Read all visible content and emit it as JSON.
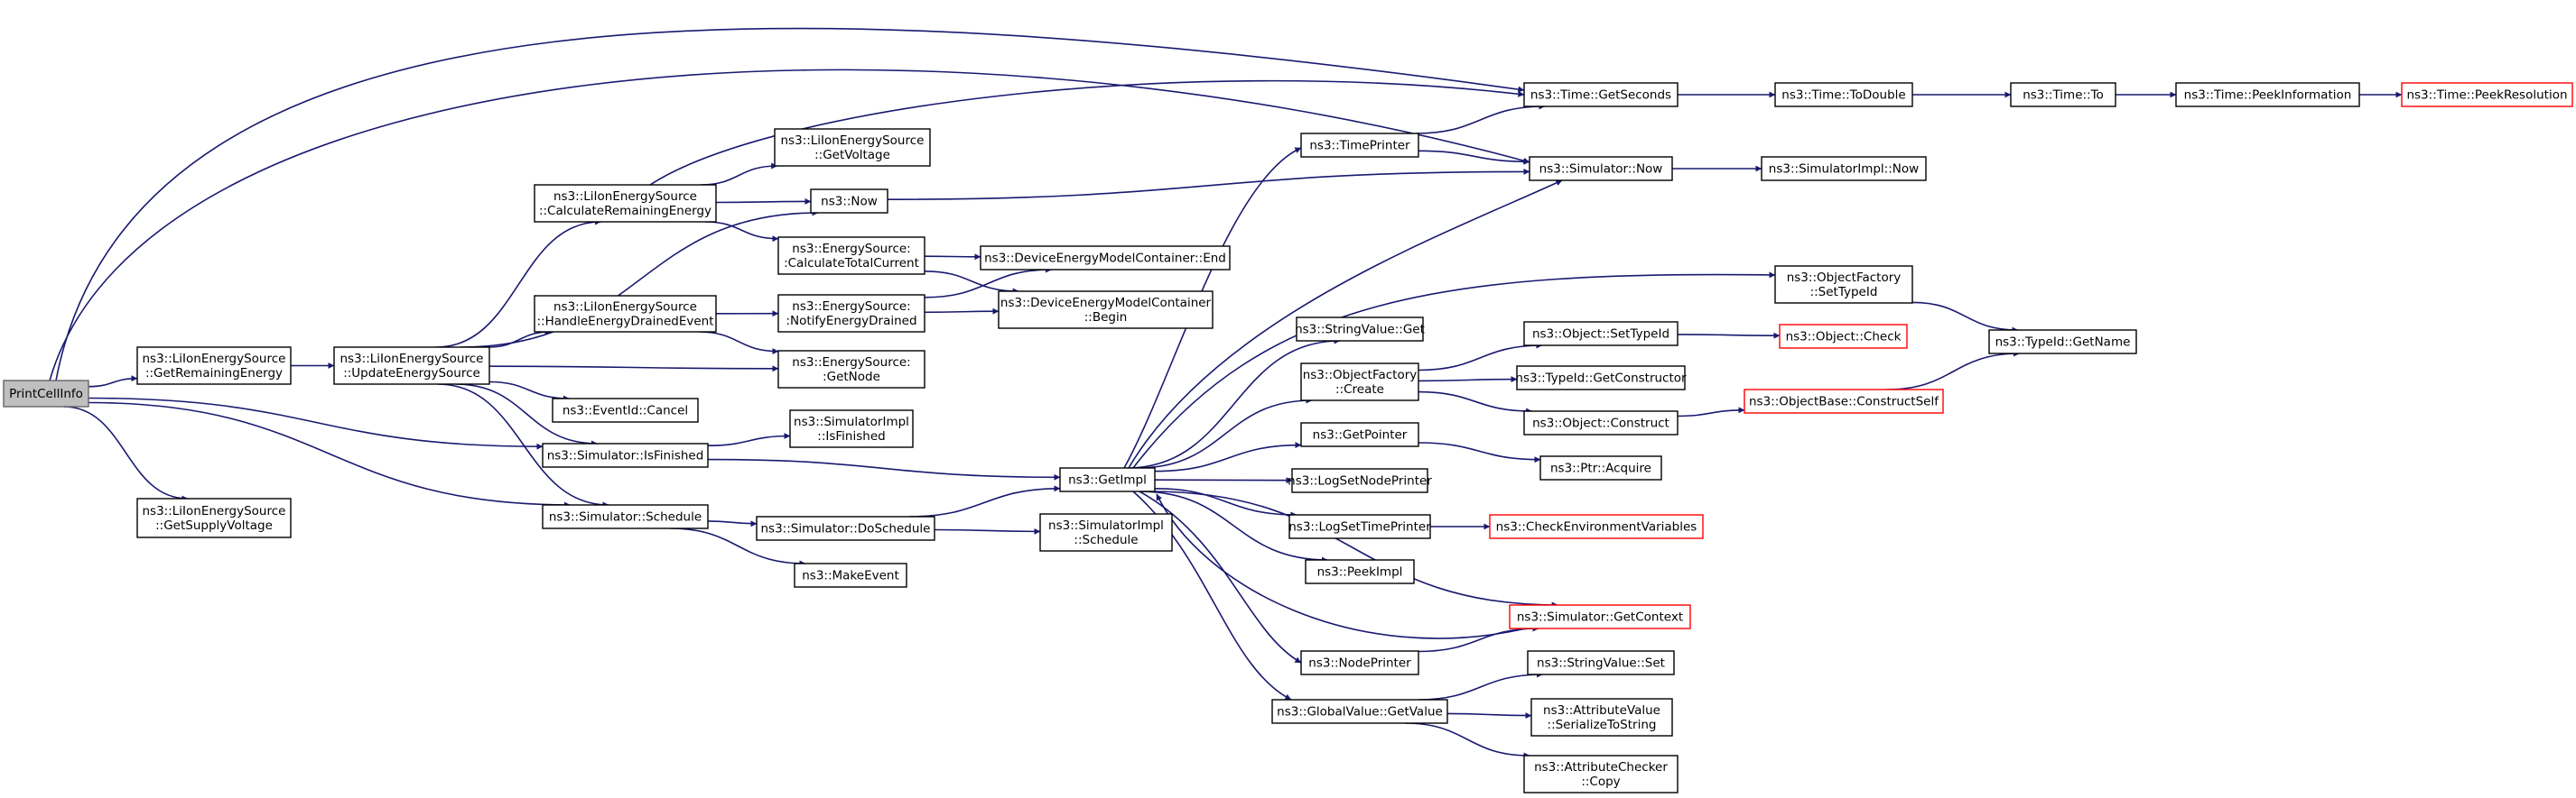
{
  "colors": {
    "edge": "#191970",
    "node_border": "#000000",
    "node_fill": "#ffffff",
    "truncated_border": "#ff0000",
    "root_fill": "#bfbfbf",
    "root_border": "#666666"
  },
  "nodes": {
    "print_cell_info": [
      "PrintCellInfo"
    ],
    "get_remaining_energy": [
      "ns3::LiIonEnergySource",
      "::GetRemainingEnergy"
    ],
    "get_supply_voltage": [
      "ns3::LiIonEnergySource",
      "::GetSupplyVoltage"
    ],
    "update_energy_source": [
      "ns3::LiIonEnergySource",
      "::UpdateEnergySource"
    ],
    "calculate_remaining_energy": [
      "ns3::LiIonEnergySource",
      "::CalculateRemainingEnergy"
    ],
    "handle_energy_drained_event": [
      "ns3::LiIonEnergySource",
      "::HandleEnergyDrainedEvent"
    ],
    "get_voltage": [
      "ns3::LiIonEnergySource",
      "::GetVoltage"
    ],
    "now": [
      "ns3::Now"
    ],
    "calculate_total_current": [
      "ns3::EnergySource:",
      ":CalculateTotalCurrent"
    ],
    "notify_energy_drained": [
      "ns3::EnergySource:",
      ":NotifyEnergyDrained"
    ],
    "get_node": [
      "ns3::EnergySource:",
      ":GetNode"
    ],
    "event_id_cancel": [
      "ns3::EventId::Cancel"
    ],
    "simulator_is_finished": [
      "ns3::Simulator::IsFinished"
    ],
    "simulator_impl_is_finished": [
      "ns3::SimulatorImpl",
      "::IsFinished"
    ],
    "simulator_schedule": [
      "ns3::Simulator::Schedule"
    ],
    "simulator_do_schedule": [
      "ns3::Simulator::DoSchedule"
    ],
    "make_event": [
      "ns3::MakeEvent"
    ],
    "simulator_impl_schedule": [
      "ns3::SimulatorImpl",
      "::Schedule"
    ],
    "device_container_end": [
      "ns3::DeviceEnergyModelContainer::End"
    ],
    "device_container_begin": [
      "ns3::DeviceEnergyModelContainer",
      "::Begin"
    ],
    "time_printer": [
      "ns3::TimePrinter"
    ],
    "string_value_get": [
      "ns3::StringValue::Get"
    ],
    "object_factory_create": [
      "ns3::ObjectFactory",
      "::Create"
    ],
    "get_pointer": [
      "ns3::GetPointer"
    ],
    "log_set_node_printer": [
      "ns3::LogSetNodePrinter"
    ],
    "log_set_time_printer": [
      "ns3::LogSetTimePrinter"
    ],
    "peek_impl": [
      "ns3::PeekImpl"
    ],
    "node_printer": [
      "ns3::NodePrinter"
    ],
    "global_value_get_value": [
      "ns3::GlobalValue::GetValue"
    ],
    "get_impl": [
      "ns3::GetImpl"
    ],
    "time_get_seconds": [
      "ns3::Time::GetSeconds"
    ],
    "simulator_now": [
      "ns3::Simulator::Now"
    ],
    "simulator_impl_now": [
      "ns3::SimulatorImpl::Now"
    ],
    "time_to_double": [
      "ns3::Time::ToDouble"
    ],
    "time_to": [
      "ns3::Time::To"
    ],
    "time_peek_information": [
      "ns3::Time::PeekInformation"
    ],
    "time_peek_resolution": [
      "ns3::Time::PeekResolution"
    ],
    "object_factory_set_type_id": [
      "ns3::ObjectFactory",
      "::SetTypeId"
    ],
    "object_set_type_id": [
      "ns3::Object::SetTypeId"
    ],
    "object_check": [
      "ns3::Object::Check"
    ],
    "type_id_get_name": [
      "ns3::TypeId::GetName"
    ],
    "type_id_get_constructor": [
      "ns3::TypeId::GetConstructor"
    ],
    "object_construct": [
      "ns3::Object::Construct"
    ],
    "object_base_construct_self": [
      "ns3::ObjectBase::ConstructSelf"
    ],
    "ptr_acquire": [
      "ns3::Ptr::Acquire"
    ],
    "check_environment_variables": [
      "ns3::CheckEnvironmentVariables"
    ],
    "simulator_get_context": [
      "ns3::Simulator::GetContext"
    ],
    "string_value_set": [
      "ns3::StringValue::Set"
    ],
    "attribute_value_serialize": [
      "ns3::AttributeValue",
      "::SerializeToString"
    ],
    "attribute_checker_copy": [
      "ns3::AttributeChecker",
      "::Copy"
    ]
  }
}
